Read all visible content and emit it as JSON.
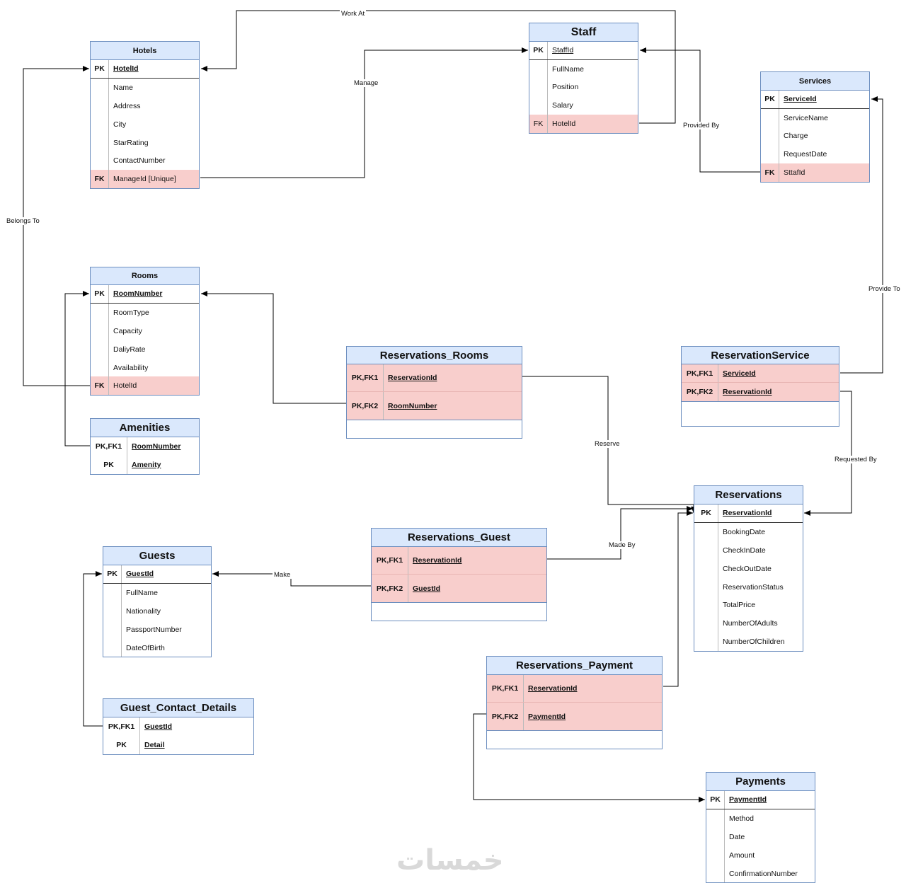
{
  "tables": {
    "hotels": {
      "title": "Hotels",
      "rows": [
        {
          "key": "PK",
          "name": "HotelId"
        },
        {
          "key": "",
          "name": "Name"
        },
        {
          "key": "",
          "name": "Address"
        },
        {
          "key": "",
          "name": "City"
        },
        {
          "key": "",
          "name": "StarRating"
        },
        {
          "key": "",
          "name": "ContactNumber"
        },
        {
          "key": "FK",
          "name": "ManageId [Unique]"
        }
      ]
    },
    "staff": {
      "title": "Staff",
      "rows": [
        {
          "key": "PK",
          "name": "StaffId"
        },
        {
          "key": "",
          "name": "FullName"
        },
        {
          "key": "",
          "name": "Position"
        },
        {
          "key": "",
          "name": "Salary"
        },
        {
          "key": "FK",
          "name": "HotelId"
        }
      ]
    },
    "services": {
      "title": "Services",
      "rows": [
        {
          "key": "PK",
          "name": "ServiceId"
        },
        {
          "key": "",
          "name": "ServiceName"
        },
        {
          "key": "",
          "name": "Charge"
        },
        {
          "key": "",
          "name": "RequestDate"
        },
        {
          "key": "FK",
          "name": "SttafId"
        }
      ]
    },
    "rooms": {
      "title": "Rooms",
      "rows": [
        {
          "key": "PK",
          "name": "RoomNumber"
        },
        {
          "key": "",
          "name": "RoomType"
        },
        {
          "key": "",
          "name": "Capacity"
        },
        {
          "key": "",
          "name": "DaliyRate"
        },
        {
          "key": "",
          "name": "Availability"
        },
        {
          "key": "FK",
          "name": "HotelId"
        }
      ]
    },
    "amenities": {
      "title": "Amenities",
      "rows": [
        {
          "key": "PK,FK1",
          "name": "RoomNumber"
        },
        {
          "key": "PK",
          "name": "Amenity"
        }
      ]
    },
    "reservations_rooms": {
      "title": "Reservations_Rooms",
      "rows": [
        {
          "key": "PK,FK1",
          "name": "ReservationId"
        },
        {
          "key": "PK,FK2",
          "name": "RoomNumber"
        }
      ]
    },
    "reservation_service": {
      "title": "ReservationService",
      "rows": [
        {
          "key": "PK,FK1",
          "name": "ServiceId"
        },
        {
          "key": "PK,FK2",
          "name": "ReservationId"
        }
      ]
    },
    "reservations": {
      "title": "Reservations",
      "rows": [
        {
          "key": "PK",
          "name": "ReservationId"
        },
        {
          "key": "",
          "name": "BookingDate"
        },
        {
          "key": "",
          "name": "CheckInDate"
        },
        {
          "key": "",
          "name": "CheckOutDate"
        },
        {
          "key": "",
          "name": "ReservationStatus"
        },
        {
          "key": "",
          "name": "TotalPrice"
        },
        {
          "key": "",
          "name": "NumberOfAdults"
        },
        {
          "key": "",
          "name": "NumberOfChildren"
        }
      ]
    },
    "reservations_guest": {
      "title": "Reservations_Guest",
      "rows": [
        {
          "key": "PK,FK1",
          "name": "ReservationId"
        },
        {
          "key": "PK,FK2",
          "name": "GuestId"
        }
      ]
    },
    "guests": {
      "title": "Guests",
      "rows": [
        {
          "key": "PK",
          "name": "GuestId"
        },
        {
          "key": "",
          "name": "FullName"
        },
        {
          "key": "",
          "name": "Nationality"
        },
        {
          "key": "",
          "name": "PassportNumber"
        },
        {
          "key": "",
          "name": "DateOfBirth"
        }
      ]
    },
    "guest_contact_details": {
      "title": "Guest_Contact_Details",
      "rows": [
        {
          "key": "PK,FK1",
          "name": "GuestId"
        },
        {
          "key": "PK",
          "name": "Detail"
        }
      ]
    },
    "reservations_payment": {
      "title": "Reservations_Payment",
      "rows": [
        {
          "key": "PK,FK1",
          "name": "ReservationId"
        },
        {
          "key": "PK,FK2",
          "name": "PaymentId"
        }
      ]
    },
    "payments": {
      "title": "Payments",
      "rows": [
        {
          "key": "PK",
          "name": "PaymentId"
        },
        {
          "key": "",
          "name": "Method"
        },
        {
          "key": "",
          "name": "Date"
        },
        {
          "key": "",
          "name": "Amount"
        },
        {
          "key": "",
          "name": "ConfirmationNumber"
        }
      ]
    }
  },
  "relationships": {
    "work_at": "Work At",
    "manage": "Manage",
    "provided_by": "Provided By",
    "belongs_to": "Belongs To",
    "provide_to": "Provide To",
    "reserve": "Reserve",
    "requested_by": "Requested By",
    "made_by": "Made By",
    "make": "Make"
  },
  "watermark": "خمسات",
  "colors": {
    "header_fill": "#dae8fc",
    "border": "#6c8ebf",
    "key_row_fill": "#f8cecc",
    "line": "#000000"
  }
}
